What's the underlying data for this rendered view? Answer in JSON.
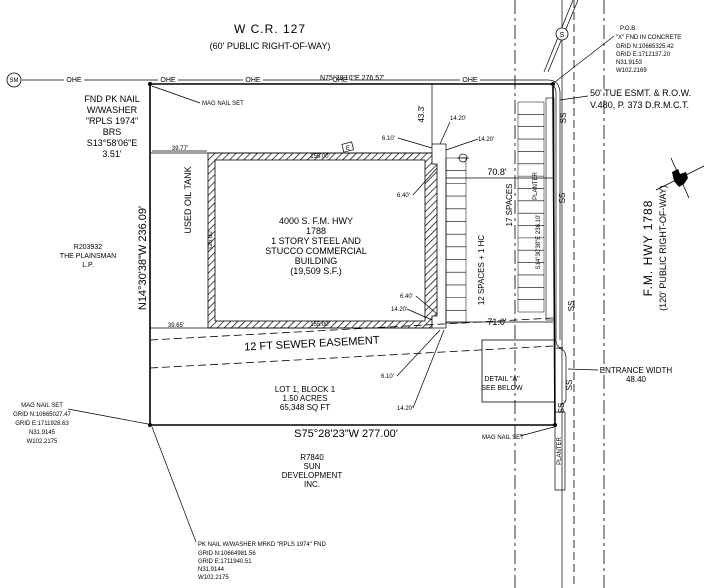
{
  "road_north": {
    "name": "W C.R. 127",
    "row": "(60' PUBLIC RIGHT-OF-WAY)"
  },
  "road_east": {
    "name": "F.M. HWY 1788",
    "row": "(120' PUBLIC RIGHT-OF-WAY)"
  },
  "building": {
    "lines": [
      "4000 S. F.M. HWY",
      "1788",
      "1 STORY STEEL AND",
      "STUCCO COMMERCIAL",
      "BUILDING",
      "(19,509 S.F.)"
    ]
  },
  "tank_label": "USED OIL TANK",
  "west_owner": [
    "R203932",
    "THE PLAINSMAN",
    "L.P."
  ],
  "south_owner": [
    "R7840",
    "SUN",
    "DEVELOPMENT",
    "INC."
  ],
  "lot": [
    "LOT 1, BLOCK 1",
    "1.50 ACRES",
    "65,348 SQ FT"
  ],
  "bearings": {
    "north": "N75°28'10\"E 276.57'",
    "south": "S75°28'23\"W   277.00'",
    "west": "N14°30'38\"W   236.09'",
    "east": "S14°30'38\"E 236.10'"
  },
  "dimensions": {
    "setback_north": "43.3'",
    "west_top": "39.77'",
    "west_bottom": "39.65'",
    "east_top": "70.8'",
    "east_bottom": "71.0'",
    "bldg_top": "155.00'",
    "bldg_bottom": "155.00'",
    "bldg_side": "126.00'",
    "d610_a": "6.10'",
    "d1420_a": "14.20'",
    "d1420_b": "14.20'",
    "d640_a": "6.40'",
    "d640_b": "6.40'",
    "d1420_c": "14.20'",
    "d610_b": "6.10'",
    "d1420_d": "14.20'"
  },
  "easement": "12 FT SEWER EASEMENT",
  "parking": {
    "east_spaces": "17 SPACES",
    "inner_spaces": "12 SPACES + 1 HC",
    "planter": "PLANTER"
  },
  "monuments": {
    "pk_nail_nw": [
      "FND PK NAIL",
      "W/WASHER",
      "\"RPLS 1974\"",
      "BRS",
      "S13°58'06\"E",
      "3.51'"
    ],
    "mag_nail_nw": "MAG NAIL SET",
    "pob": [
      "P.O.B.",
      "\"X\" FND IN CONCRETE",
      "GRID N:10665325.42",
      "GRID E:1712137.20",
      "N31.9153",
      "W102.2169"
    ],
    "mag_nail_sw": [
      "MAG NAIL SET",
      "GRID N:10665027.47",
      "GRID E:1711928.63",
      "N31.9145",
      "W102.2175"
    ],
    "mag_nail_se": "MAG NAIL SET",
    "pk_nail_s": [
      "PK NAIL W/WASHER MRKD \"RPLS 1974\" FND",
      "GRID N:10664981.56",
      "GRID E:1711940.51",
      "N31.9144",
      "W102.2175"
    ]
  },
  "esmt_note": [
    "50' TUE ESMT. & R.O.W.",
    "V.480, P. 373 D.R.M.C.T."
  ],
  "entrance": [
    "ENTRANCE WIDTH",
    "48.40"
  ],
  "detail": [
    "DETAIL \"A\"",
    "SEE BELOW"
  ],
  "utility": {
    "ohe": "OHE",
    "sm": "SM",
    "ss": "SS",
    "mh_s": "S",
    "box": "E"
  }
}
